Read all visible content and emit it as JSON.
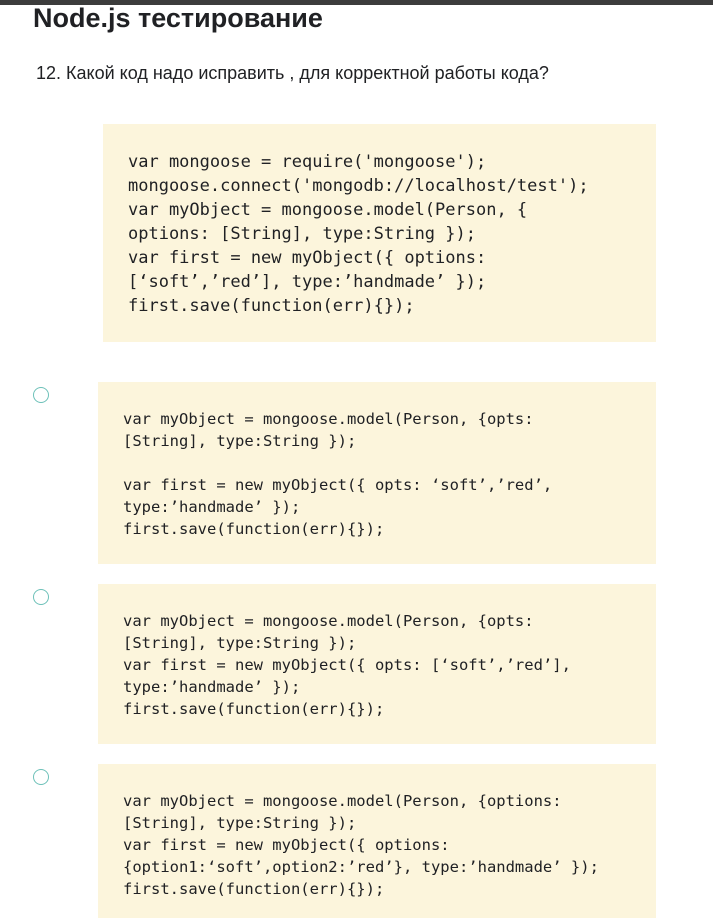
{
  "header": {
    "title": "Node.js тестирование"
  },
  "question": {
    "text": "12. Какой код надо исправить , для корректной работы кода?",
    "code": [
      "var mongoose = require('mongoose');",
      "mongoose.connect('mongodb://localhost/test');",
      "var myObject = mongoose.model(Person, {",
      "options: [String], type:String });",
      "var first = new myObject({ options:",
      "[‘soft’,’red’], type:’handmade’ });",
      "first.save(function(err){});"
    ]
  },
  "options": [
    {
      "selected": false,
      "code": [
        "var myObject = mongoose.model(Person, {opts:",
        "[String], type:String });",
        "",
        "var first = new myObject({ opts: ‘soft’,’red’,",
        "type:’handmade’ });",
        "first.save(function(err){});"
      ]
    },
    {
      "selected": false,
      "code": [
        "var myObject = mongoose.model(Person, {opts:",
        "[String], type:String });",
        "var first = new myObject({ opts: [‘soft’,’red’],",
        "type:’handmade’ });",
        "first.save(function(err){});"
      ]
    },
    {
      "selected": false,
      "code": [
        "var myObject = mongoose.model(Person, {options:",
        "[String], type:String });",
        "var first = new myObject({ options:",
        "{option1:‘soft’,option2:’red’}, type:’handmade’ });",
        "first.save(function(err){});"
      ]
    }
  ],
  "colors": {
    "code_bg": "#fcf5dc",
    "radio_border": "#6ec1b9",
    "topbar": "#3c3c3c"
  }
}
